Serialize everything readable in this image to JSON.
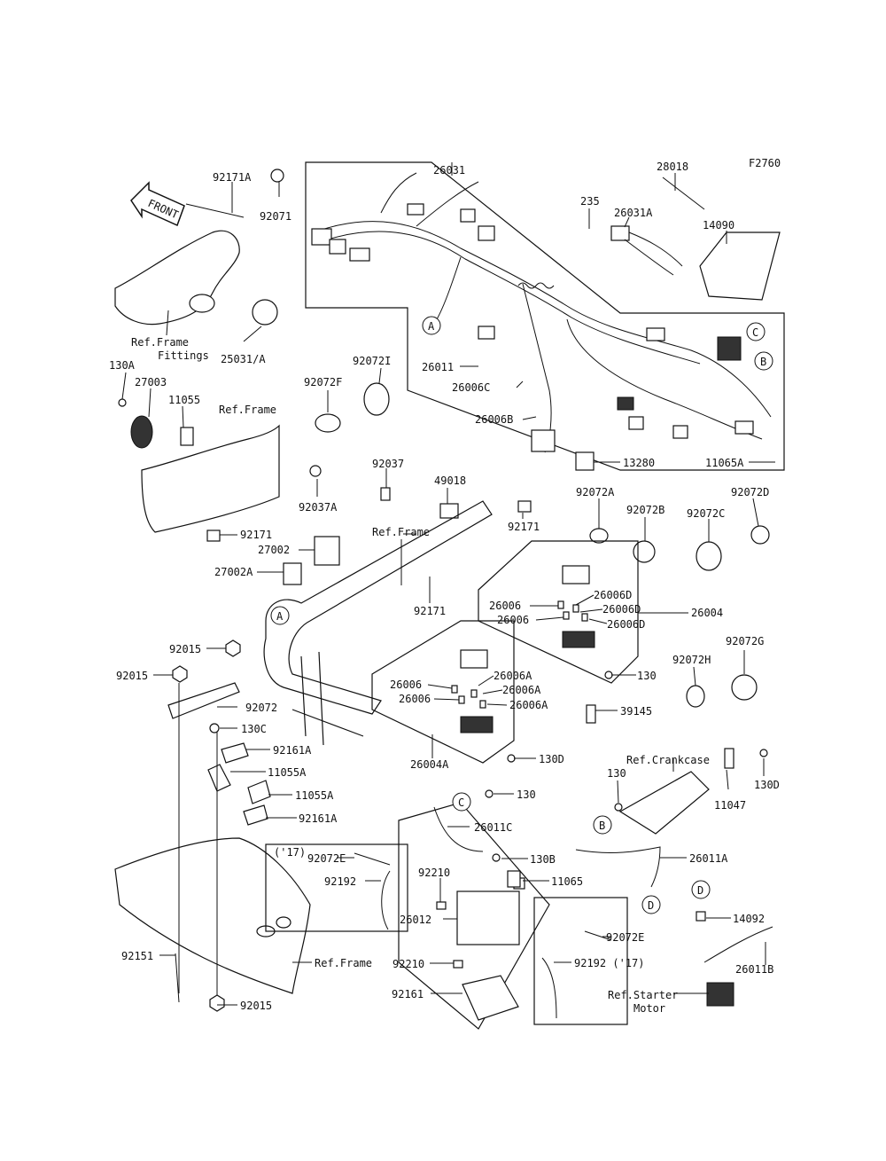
{
  "figure_code": "F2760",
  "front_arrow_text": "FRONT",
  "ref_labels": {
    "frame_fittings_1": "Ref.Frame",
    "frame_fittings_2": "Fittings",
    "frame_top": "Ref.Frame",
    "frame_middle": "Ref.Frame",
    "frame_bottom": "Ref.Frame",
    "crankcase": "Ref.Crankcase",
    "starter_1": "Ref.Starter",
    "starter_2": "Motor"
  },
  "callouts": [
    "A",
    "B",
    "C",
    "D"
  ],
  "parts": {
    "p26031": "26031",
    "p235": "235",
    "p28018": "28018",
    "p26031A": "26031A",
    "p14090": "14090",
    "p92171A": "92171A",
    "p92071": "92071",
    "p25031A": "25031/A",
    "p26011": "26011",
    "p26006C": "26006C",
    "p26006B": "26006B",
    "p13280": "13280",
    "p11065A": "11065A",
    "p130A": "130A",
    "p27003": "27003",
    "p11055": "11055",
    "p92072F": "92072F",
    "p92072I": "92072I",
    "p92037": "92037",
    "p92037A": "92037A",
    "p49018": "49018",
    "p92171_1": "92171",
    "p92171_2": "92171",
    "p92171_3": "92171",
    "p27002": "27002",
    "p27002A": "27002A",
    "p92072A": "92072A",
    "p92072B": "92072B",
    "p92072C": "92072C",
    "p92072D": "92072D",
    "p26006_1": "26006",
    "p26006_2": "26006",
    "p26006D_1": "26006D",
    "p26006D_2": "26006D",
    "p26006D_3": "26006D",
    "p26004": "26004",
    "p130_1": "130",
    "p92072G": "92072G",
    "p92072H": "92072H",
    "p39145": "39145",
    "p26006_3": "26006",
    "p26006_4": "26006",
    "p26006A_1": "26006A",
    "p26006A_2": "26006A",
    "p26006A_3": "26006A",
    "p130D_1": "130D",
    "p26004A": "26004A",
    "p92015_1": "92015",
    "p92015_2": "92015",
    "p92015_3": "92015",
    "p92072": "92072",
    "p130C": "130C",
    "p92161A_1": "92161A",
    "p92161A_2": "92161A",
    "p11055A_1": "11055A",
    "p11055A_2": "11055A",
    "p130_2": "130",
    "p130_3": "130",
    "p11047": "11047",
    "p130D_2": "130D",
    "p26011C": "26011C",
    "p130B": "130B",
    "p26011A": "26011A",
    "p17_1": "('17)",
    "p92072E_1": "92072E",
    "p92192_1": "92192",
    "p92210_1": "92210",
    "p11065": "11065",
    "p26012": "26012",
    "p92210_2": "92210",
    "p92161": "92161",
    "p92072E_2": "92072E",
    "p92192_2": "92192 ('17)",
    "p14092": "14092",
    "p26011B": "26011B",
    "p92151": "92151"
  }
}
